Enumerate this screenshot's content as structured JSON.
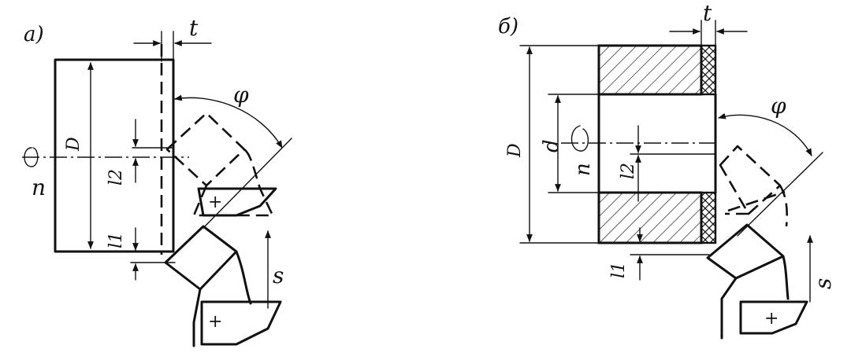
{
  "diagram": {
    "panel_a": {
      "caption": "а)",
      "labels": {
        "t": "t",
        "phi": "φ",
        "D": "D",
        "n": "n",
        "l2": "l2",
        "l1": "l1",
        "s": "s",
        "plus": "+"
      }
    },
    "panel_b": {
      "caption": "б)",
      "labels": {
        "t": "t",
        "phi": "φ",
        "D": "D",
        "d": "d",
        "n": "n",
        "l2": "l2",
        "l1": "l1",
        "s": "s",
        "plus": "+"
      }
    }
  }
}
